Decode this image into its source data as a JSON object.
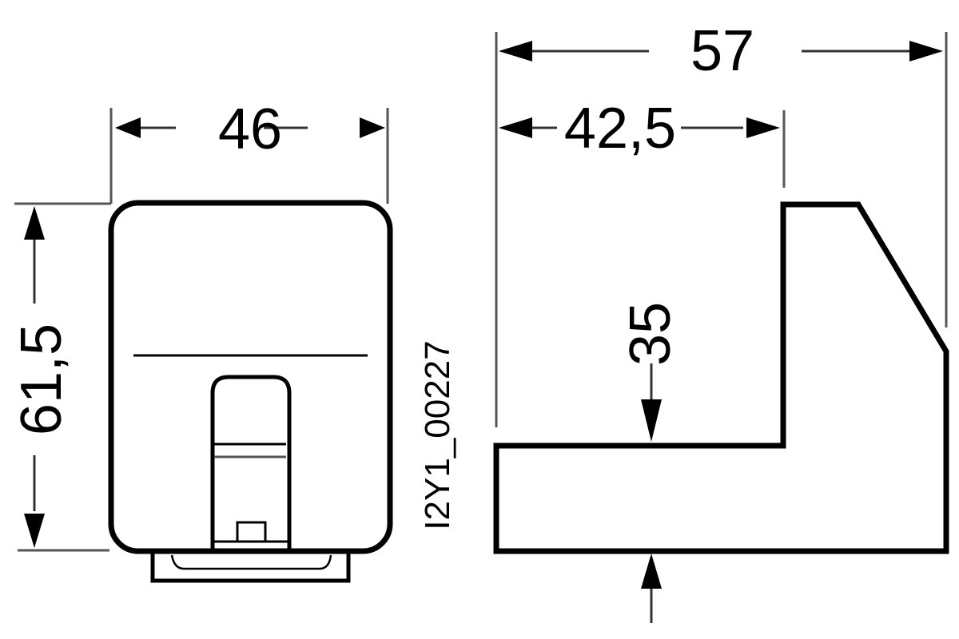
{
  "drawing": {
    "front_view": {
      "width_dimension": "46",
      "height_dimension": "61,5"
    },
    "side_view": {
      "total_depth_dimension": "57",
      "upper_depth_dimension": "42,5",
      "rail_dimension": "35"
    },
    "drawing_id": "I2Y1_00227",
    "colors": {
      "line": "#000000",
      "extension_line": "#555555",
      "background": "#ffffff"
    }
  }
}
